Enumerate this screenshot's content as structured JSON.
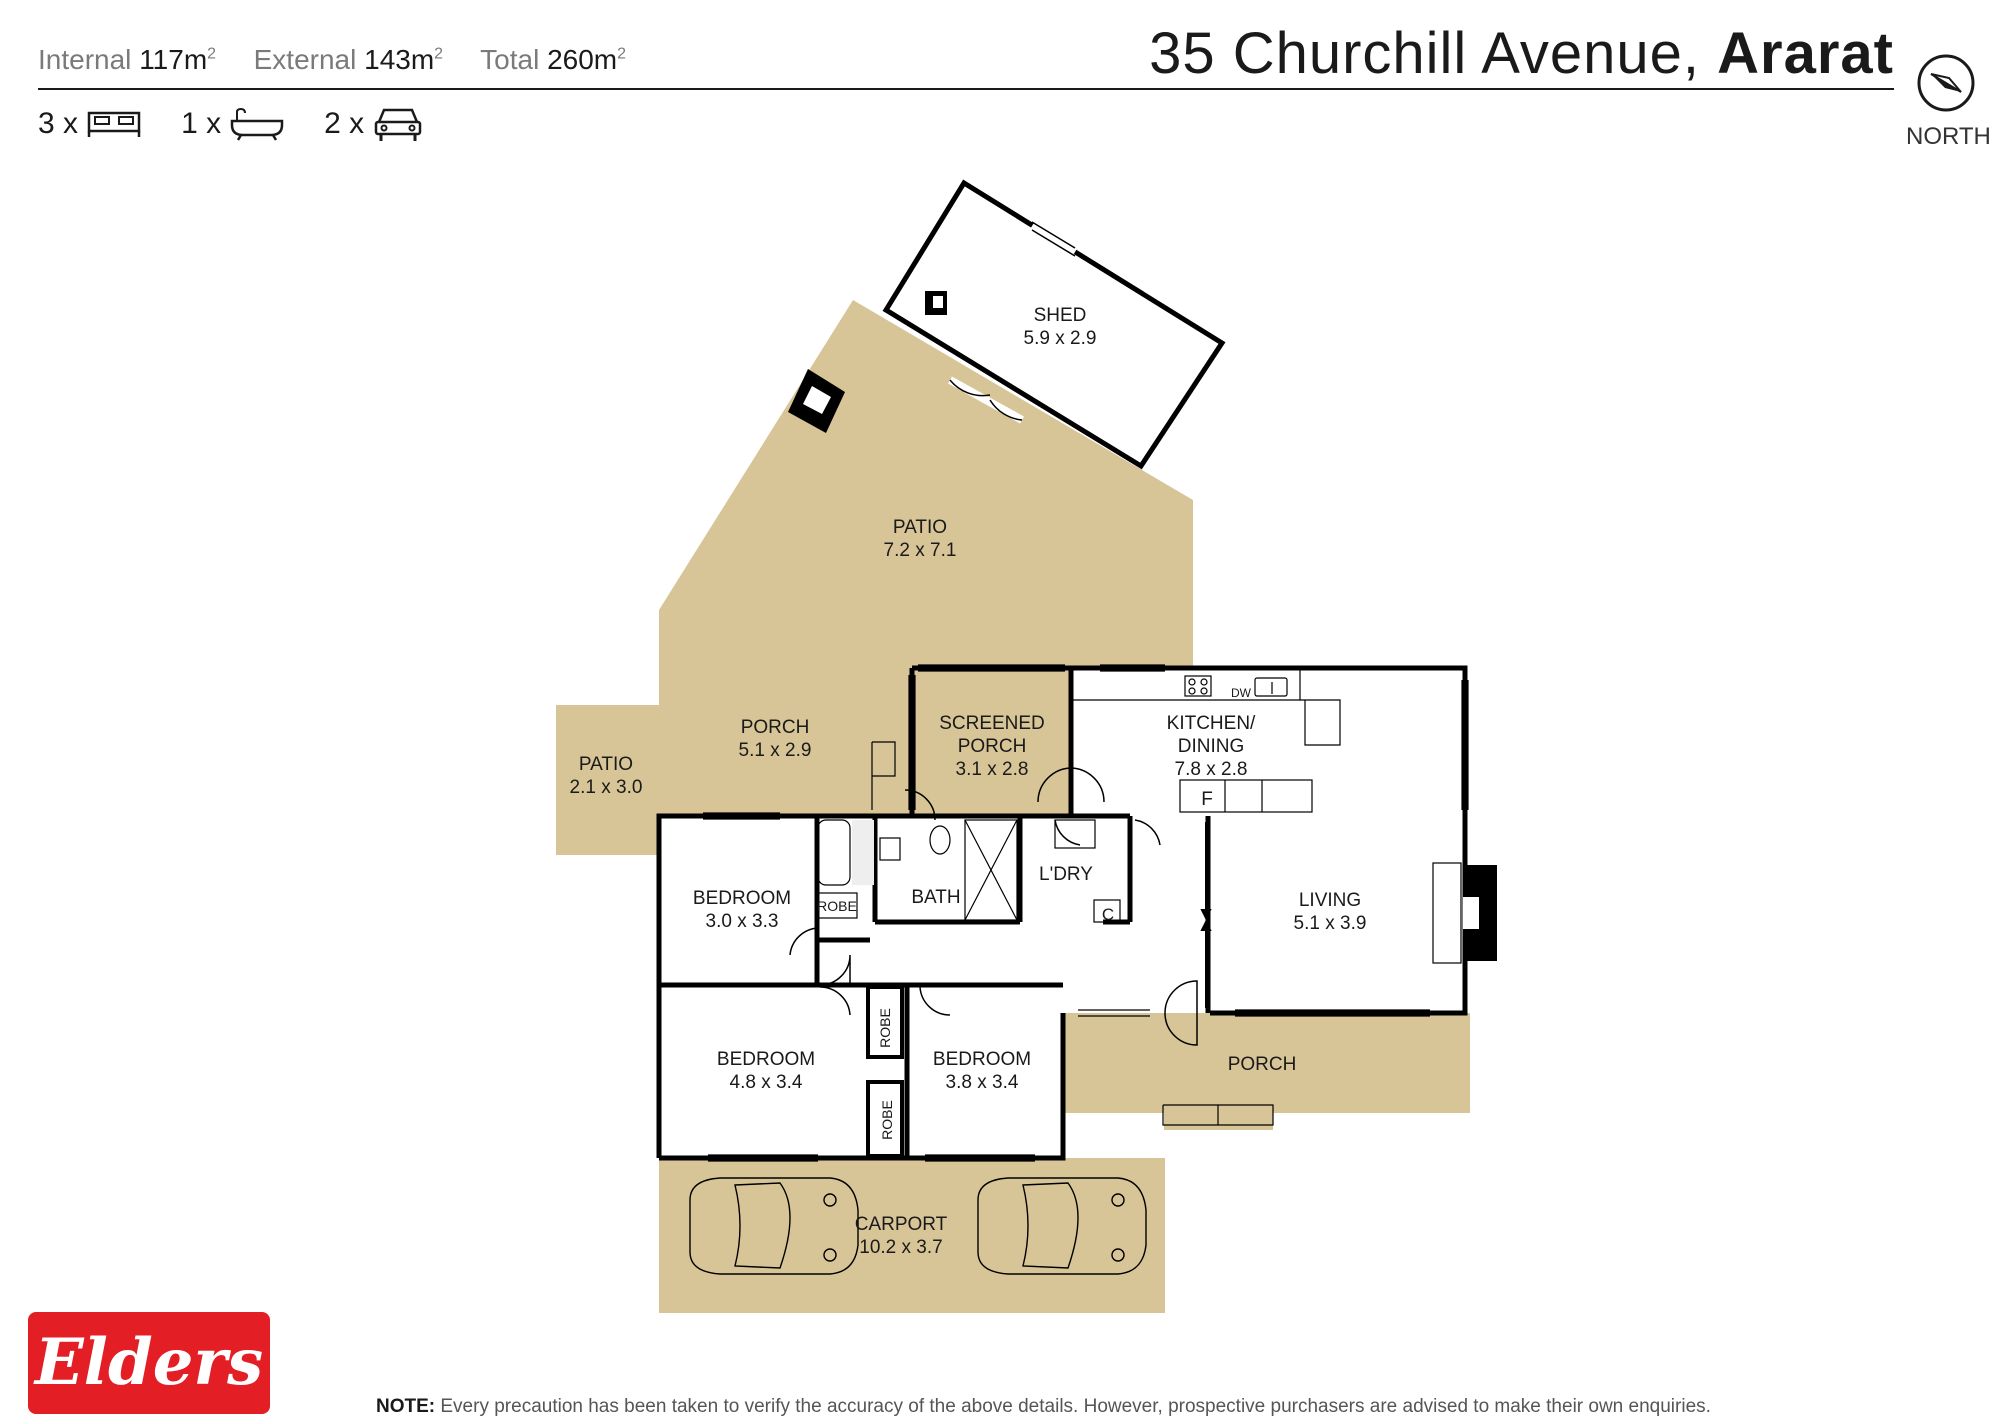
{
  "header": {
    "areas": [
      {
        "label": "Internal",
        "value": "117m",
        "sup": "2"
      },
      {
        "label": "External",
        "value": "143m",
        "sup": "2"
      },
      {
        "label": "Total",
        "value": "260m",
        "sup": "2"
      }
    ],
    "title_street": "35 Churchill Avenue,",
    "title_town": "Ararat",
    "north_label": "NORTH"
  },
  "counts": {
    "bedrooms": "3 x",
    "bathrooms": "1 x",
    "cars": "2 x",
    "icons": [
      "bed-icon",
      "bath-icon",
      "car-icon"
    ]
  },
  "rooms": {
    "shed": {
      "name": "SHED",
      "dims": "5.9 x 2.9"
    },
    "patio_main": {
      "name": "PATIO",
      "dims": "7.2 x 7.1"
    },
    "porch_rear": {
      "name": "PORCH",
      "dims": "5.1 x 2.9"
    },
    "screened_porch": {
      "name1": "SCREENED",
      "name2": "PORCH",
      "dims": "3.1 x 2.8"
    },
    "kitchen": {
      "name1": "KITCHEN/",
      "name2": "DINING",
      "dims": "7.8 x 2.8"
    },
    "patio_small": {
      "name": "PATIO",
      "dims": "2.1 x 3.0"
    },
    "bedroom1": {
      "name": "BEDROOM",
      "dims": "3.0 x 3.3"
    },
    "bath": {
      "name": "BATH"
    },
    "laundry": {
      "name": "L'DRY"
    },
    "living": {
      "name": "LIVING",
      "dims": "5.1 x 3.9"
    },
    "bedroom2": {
      "name": "BEDROOM",
      "dims": "4.8 x 3.4"
    },
    "bedroom3": {
      "name": "BEDROOM",
      "dims": "3.8 x 3.4"
    },
    "porch_front": {
      "name": "PORCH"
    },
    "carport": {
      "name": "CARPORT",
      "dims": "10.2 x 3.7"
    },
    "robe": "ROBE",
    "fridge": "F",
    "cupboard": "C",
    "dishwasher": "DW"
  },
  "colors": {
    "outdoor": "#d8c597",
    "wall": "#000000",
    "brand_red": "#e31e24"
  },
  "logo_text": "Elders",
  "note": {
    "label": "NOTE:",
    "text": " Every precaution has been taken to verify the accuracy of the above details. However, prospective purchasers are advised to make their own enquiries."
  }
}
